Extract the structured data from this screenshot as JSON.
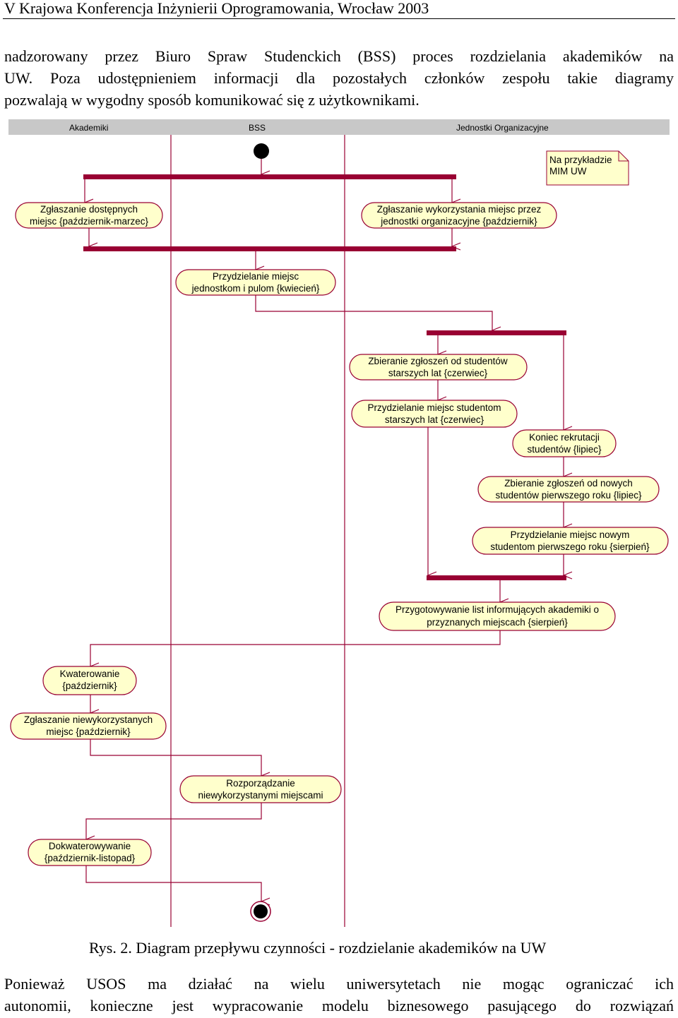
{
  "header": {
    "title": "V Krajowa Konferencja Inżynierii Oprogramowania, Wrocław 2003"
  },
  "intro": {
    "lines": [
      "nadzorowany przez Biuro Spraw Studenckich (BSS) proces rozdzielania akademików na",
      "UW. Poza udostępnieniem informacji dla pozostałych członków zespołu takie diagramy",
      "pozwalają w wygodny sposób komunikować się z użytkownikami."
    ]
  },
  "diagram": {
    "lanes": [
      "Akademiki",
      "BSS",
      "Jednostki Organizacyjne"
    ],
    "note": [
      "Na przykładzie",
      "MIM UW"
    ],
    "activities": {
      "a1": [
        "Zgłaszanie dostępnych",
        "miejsc {październik-marzec}"
      ],
      "a2": [
        "Zgłaszanie wykorzystania miejsc przez",
        "jednostki organizacyjne {październik}"
      ],
      "a3": [
        "Przydzielanie miejsc",
        "jednostkom i pulom {kwiecień}"
      ],
      "a4": [
        "Zbieranie zgłoszeń od studentów",
        "starszych lat {czerwiec}"
      ],
      "a5": [
        "Przydzielanie miejsc studentom",
        "starszych lat {czerwiec}"
      ],
      "a6": [
        "Koniec rekrutacji",
        "studentów {lipiec}"
      ],
      "a7": [
        "Zbieranie zgłoszeń od nowych",
        "studentów pierwszego roku {lipiec}"
      ],
      "a8": [
        "Przydzielanie miejsc nowym",
        "studentom pierwszego roku {sierpień}"
      ],
      "a9": [
        "Przygotowywanie list informujących akademiki o",
        "przyznanych miejscach {sierpień}"
      ],
      "a10": [
        "Kwaterowanie",
        "{październik}"
      ],
      "a11": [
        "Zgłaszanie niewykorzystanych",
        "miejsc {październik}"
      ],
      "a12": [
        "Rozporządzanie",
        "niewykorzystanymi miejscami"
      ],
      "a13": [
        "Dokwaterowywanie",
        "{październik-listopad}"
      ]
    }
  },
  "caption": "Rys. 2. Diagram przepływu czynności - rozdzielanie akademików na UW",
  "outro": {
    "lines": [
      "Ponieważ USOS ma działać na wielu uniwersytetach nie mogąc ograniczać ich",
      "autonomii, konieczne jest wypracowanie modelu biznesowego pasującego do rozwiązań"
    ]
  },
  "colors": {
    "activity_fill": "#ffffcc",
    "activity_border": "#990033",
    "flow_line": "#990033",
    "sync_bar": "#990033",
    "lane_header": "#c8c8c8",
    "note_fill": "#ffffcc"
  }
}
